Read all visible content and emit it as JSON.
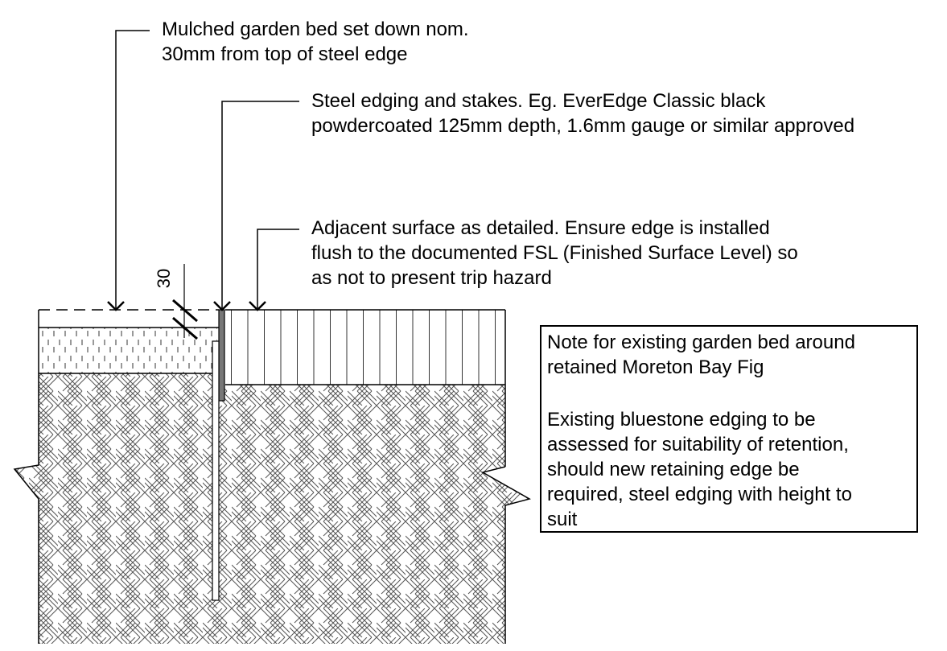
{
  "labels": {
    "mulch": {
      "line1": "Mulched garden bed set down nom.",
      "line2": "30mm from top of steel edge"
    },
    "steel": {
      "line1": "Steel edging and stakes. Eg. EverEdge Classic black",
      "line2": "powdercoated 125mm depth, 1.6mm gauge or similar approved"
    },
    "adjacent": {
      "line1": "Adjacent surface as detailed. Ensure edge is installed",
      "line2": "flush to the documented FSL (Finished Surface Level) so",
      "line3": "as not to present trip hazard"
    }
  },
  "dimension": {
    "value": "30"
  },
  "note": {
    "title_line1": "Note for existing garden bed around",
    "title_line2": "retained Moreton Bay Fig",
    "body_line1": "Existing bluestone edging to be",
    "body_line2": "assessed for suitability of retention,",
    "body_line3": "should new retaining edge be",
    "body_line4": "required, steel edging with height to",
    "body_line5": "suit"
  },
  "colors": {
    "line": "#000000",
    "hatch": "#555555",
    "steel_fill": "#777777",
    "background": "#ffffff"
  }
}
